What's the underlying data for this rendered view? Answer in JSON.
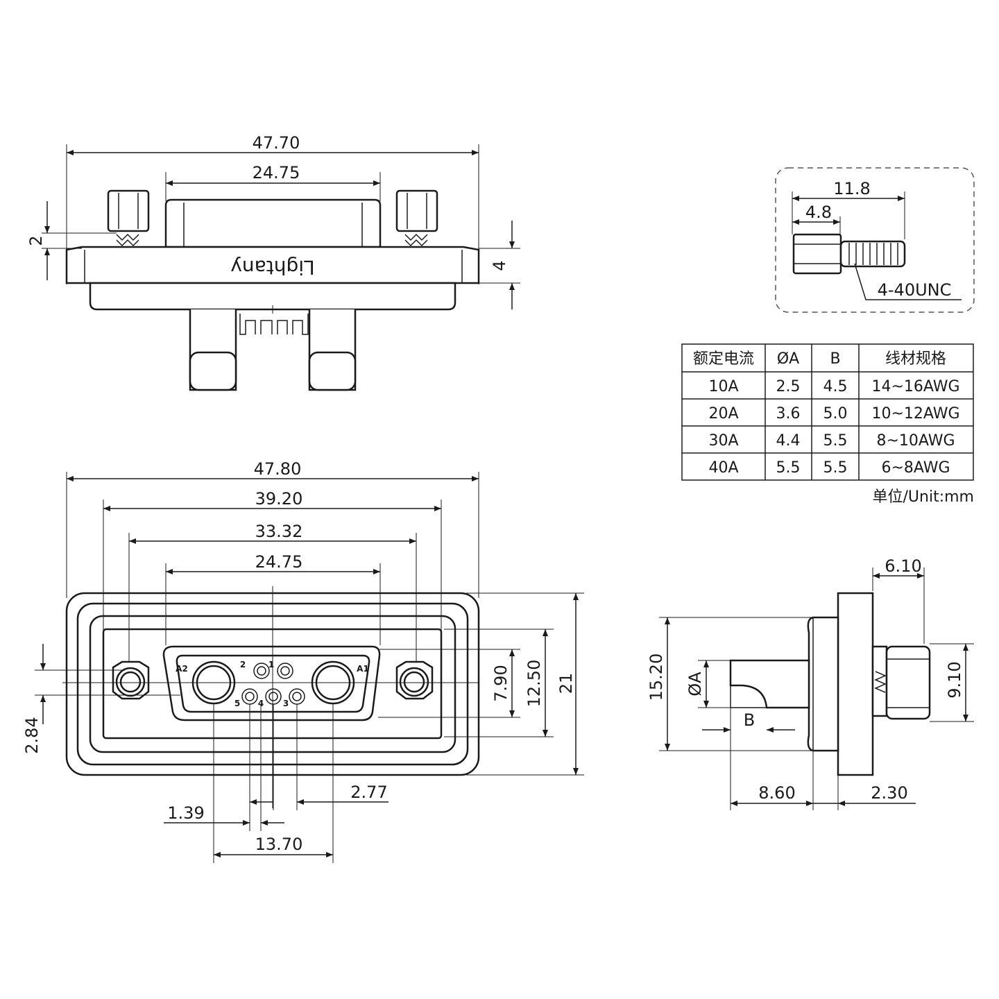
{
  "top_view": {
    "dims": {
      "overall_width": "47.70",
      "shell_width": "24.75",
      "screw_gap": "2",
      "flange_thickness": "4"
    },
    "brand": "Lightany"
  },
  "screw_detail": {
    "length_total": "11.8",
    "head_length": "4.8",
    "thread": "4-40UNC"
  },
  "table": {
    "headers": [
      "额定电流",
      "ØA",
      "B",
      "线材规格"
    ],
    "rows": [
      [
        "10A",
        "2.5",
        "4.5",
        "14~16AWG"
      ],
      [
        "20A",
        "3.6",
        "5.0",
        "10~12AWG"
      ],
      [
        "30A",
        "4.4",
        "5.5",
        "8~10AWG"
      ],
      [
        "40A",
        "5.5",
        "5.5",
        "6~8AWG"
      ]
    ],
    "unit": "单位/Unit:mm"
  },
  "front_view": {
    "dims": {
      "width_overall": "47.80",
      "mount_hole_spacing_outer": "39.20",
      "mount_hole_spacing": "33.32",
      "shell_width": "24.75",
      "shell_height": "7.90",
      "flange_inner_height": "12.50",
      "flange_height": "21",
      "hole_offset": "2.84",
      "pin_pitch_small": "2.77",
      "pin_offset_small": "1.39",
      "power_pin_pitch": "13.70"
    },
    "pin_labels": [
      "A2",
      "2",
      "1",
      "A1",
      "5",
      "4",
      "3"
    ]
  },
  "side_view": {
    "dims": {
      "screw_standoff": "6.10",
      "body_height": "15.20",
      "phi_a": "ØA",
      "b": "B",
      "nut_height": "9.10",
      "tail_length": "8.60",
      "flange_thickness": "2.30"
    }
  }
}
